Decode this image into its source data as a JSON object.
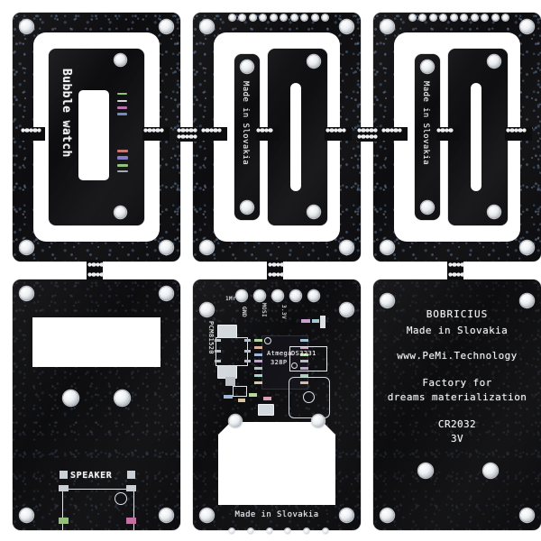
{
  "image": {
    "subject": "PCB panel photograph",
    "background_color": "#ffffff",
    "board_color": "#0d0d10",
    "silkscreen_color": "#f2f4f6",
    "plating_color": "#e8ebee",
    "panel_layout": "2 rows x 3 columns of breakaway boards joined by mouse-bite tabs"
  },
  "boards": {
    "top_left": {
      "name": "Bubble watch front frame",
      "silk_vertical": "Bubble watch"
    },
    "top_center": {
      "name": "Spacer frame A",
      "silk_vertical": "Made in Slovakia"
    },
    "top_right": {
      "name": "Spacer frame B",
      "silk_vertical": "Made in Slovakia"
    },
    "bottom_left": {
      "name": "Display and speaker plate",
      "speaker_label": "SPEAKER"
    },
    "bottom_center": {
      "name": "Main controller board",
      "footer": "Made in Slovakia",
      "components": [
        {
          "label": "PCM81520",
          "orientation": "vertical"
        },
        {
          "label": "Atmega",
          "orientation": "horizontal"
        },
        {
          "label": "328P",
          "orientation": "horizontal"
        },
        {
          "label": "DS3231",
          "orientation": "horizontal"
        },
        {
          "label": "1Mr",
          "orientation": "horizontal"
        },
        {
          "label": "GND",
          "orientation": "vertical"
        },
        {
          "label": "MOSI",
          "orientation": "vertical"
        },
        {
          "label": "3.3V",
          "orientation": "vertical"
        }
      ]
    },
    "bottom_right": {
      "name": "Back cover plate",
      "lines": [
        "BOBRICIUS",
        "Made in Slovakia",
        "",
        "www.PeMi.Technology",
        "",
        "Factory for",
        "dreams materialization",
        "",
        "CR2032",
        "3V"
      ],
      "brand": "BOBRICIUS",
      "origin": "Made in Slovakia",
      "website": "www.PeMi.Technology",
      "slogan_line1": "Factory for",
      "slogan_line2": "dreams materialization",
      "battery_type": "CR2032",
      "battery_voltage": "3V"
    }
  }
}
